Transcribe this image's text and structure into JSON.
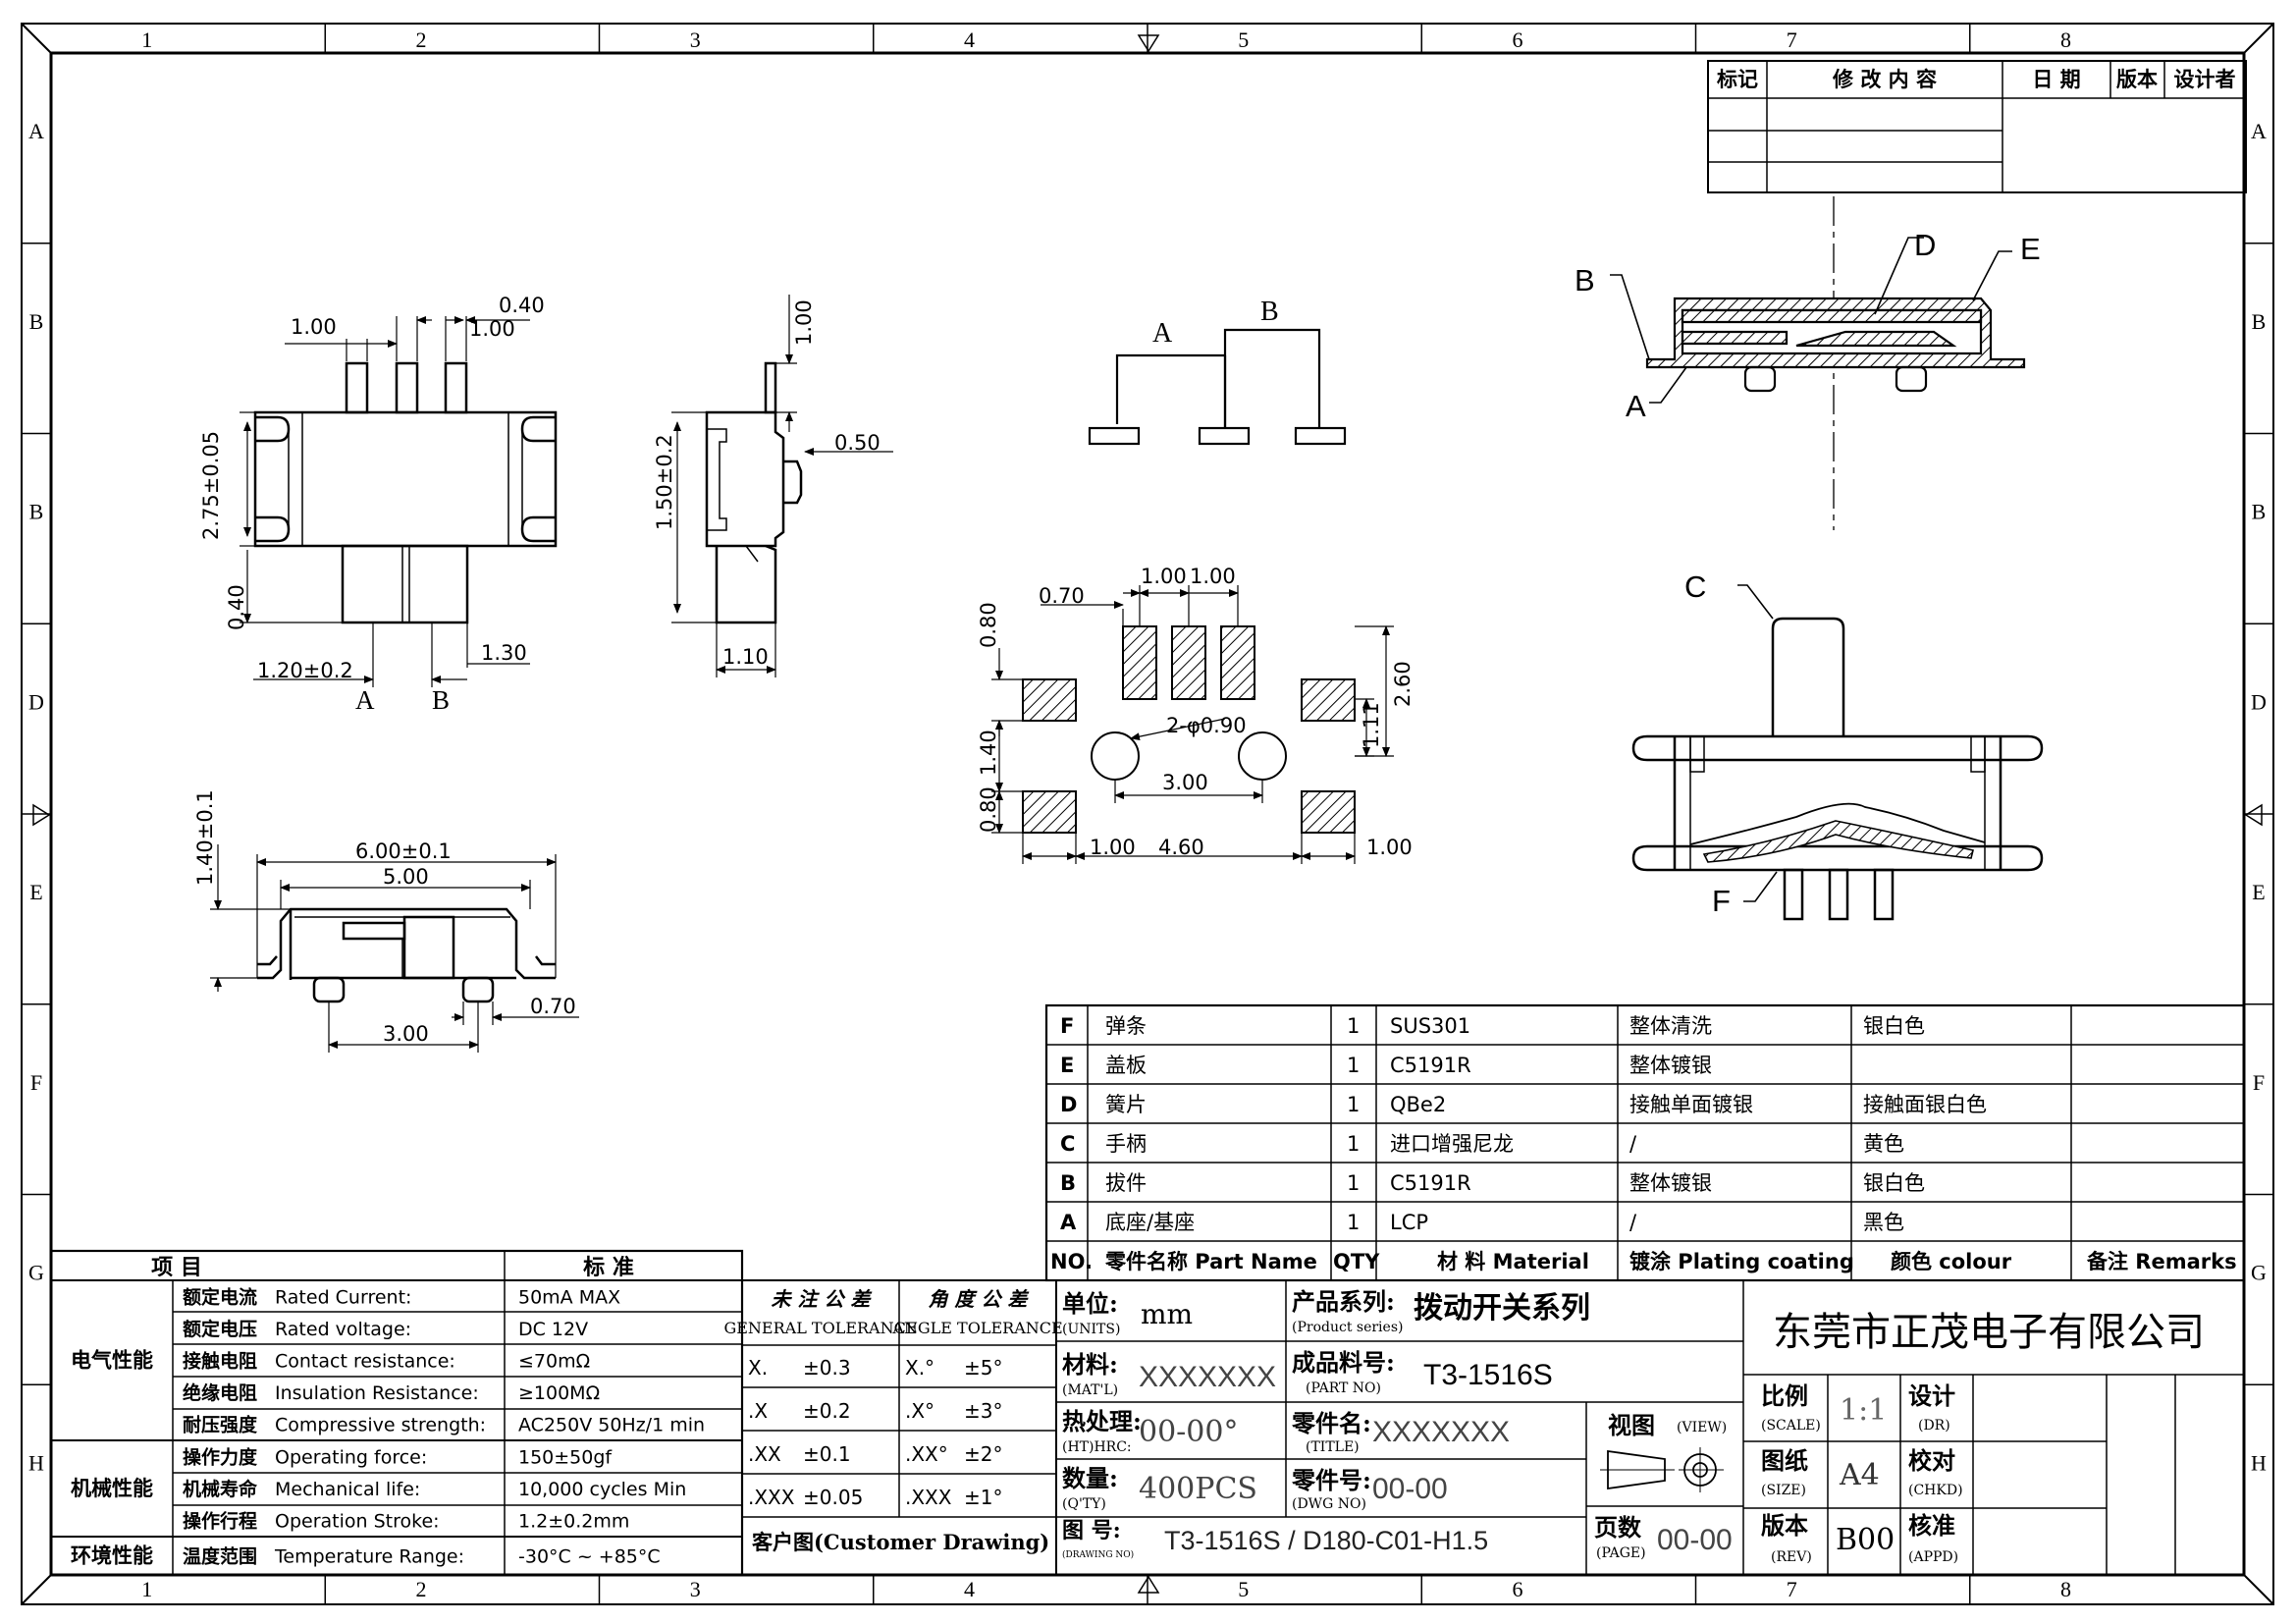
{
  "grid": {
    "cols": [
      "1",
      "2",
      "3",
      "4",
      "5",
      "6",
      "7",
      "8"
    ],
    "rows": [
      "A",
      "B",
      "B",
      "D",
      "E",
      "F",
      "G",
      "H"
    ]
  },
  "revision_table": {
    "headers": [
      "标记",
      "修 改 内 容",
      "日 期",
      "版本",
      "设计者"
    ]
  },
  "views": {
    "front": {
      "dims": [
        "1.00",
        "0.40",
        "1.00",
        "2.75±0.05",
        "0.40",
        "1.20±0.2",
        "1.30"
      ],
      "labels": [
        "A",
        "B"
      ]
    },
    "side": {
      "dims": [
        "1.00",
        "0.50",
        "1.50±0.2",
        "1.10"
      ]
    },
    "bottom": {
      "dims": [
        "1.40±0.1",
        "6.00±0.1",
        "5.00",
        "0.70",
        "3.00"
      ]
    },
    "schematic": {
      "labels": [
        "A",
        "B"
      ]
    },
    "pcb": {
      "dims": [
        "1.00",
        "1.00",
        "0.70",
        "0.80",
        "2.60",
        "1.11",
        "2-φ0.90",
        "1.40",
        "3.00",
        "0.80",
        "1.00",
        "4.60",
        "1.00"
      ]
    },
    "section": {
      "labels": [
        "B",
        "D",
        "E",
        "A",
        "C",
        "F"
      ]
    }
  },
  "parts_table": {
    "header": {
      "no": "NO.",
      "name": "零件名称 Part Name",
      "qty": "QTY",
      "material": "材 料 Material",
      "plating": "镀涂 Plating coating",
      "color": "颜色 colour",
      "remarks": "备注 Remarks"
    },
    "rows": [
      {
        "no": "F",
        "name": "弹条",
        "qty": "1",
        "material": "SUS301",
        "plating": "整体清洗",
        "color": "银白色"
      },
      {
        "no": "E",
        "name": "盖板",
        "qty": "1",
        "material": "C5191R",
        "plating": "整体镀银",
        "color": ""
      },
      {
        "no": "D",
        "name": "簧片",
        "qty": "1",
        "material": "QBe2",
        "plating": "接触单面镀银",
        "color": "接触面银白色"
      },
      {
        "no": "C",
        "name": "手柄",
        "qty": "1",
        "material": "进口增强尼龙",
        "plating": "/",
        "color": "黄色"
      },
      {
        "no": "B",
        "name": "拔件",
        "qty": "1",
        "material": "C5191R",
        "plating": "整体镀银",
        "color": "银白色"
      },
      {
        "no": "A",
        "name": "底座/基座",
        "qty": "1",
        "material": "LCP",
        "plating": "/",
        "color": "黑色"
      }
    ]
  },
  "spec_table": {
    "header": {
      "item": "项 目",
      "std": "标 准"
    },
    "groups": [
      {
        "label": "电气性能",
        "rows": [
          {
            "cn": "额定电流",
            "en": "Rated Current:",
            "val": "50mA MAX"
          },
          {
            "cn": "额定电压",
            "en": "Rated voltage:",
            "val": "DC 12V"
          },
          {
            "cn": "接触电阻",
            "en": "Contact resistance:",
            "val": "≤70mΩ"
          },
          {
            "cn": "绝缘电阻",
            "en": "Insulation Resistance:",
            "val": "≥100MΩ"
          },
          {
            "cn": "耐压强度",
            "en": "Compressive strength:",
            "val": "AC250V 50Hz/1 min"
          }
        ]
      },
      {
        "label": "机械性能",
        "rows": [
          {
            "cn": "操作力度",
            "en": "Operating force:",
            "val": "150±50gf"
          },
          {
            "cn": "机械寿命",
            "en": "Mechanical life:",
            "val": "10,000 cycles Min"
          },
          {
            "cn": "操作行程",
            "en": "Operation Stroke:",
            "val": "1.2±0.2mm"
          }
        ]
      },
      {
        "label": "环境性能",
        "rows": [
          {
            "cn": "温度范围",
            "en": "Temperature Range:",
            "val": "-30°C ~ +85°C"
          }
        ]
      }
    ]
  },
  "tolerance": {
    "general_cn": "未 注 公 差",
    "general_en": "GENERAL TOLERANCE",
    "angle_cn": "角 度 公 差",
    "angle_en": "ANGLE TOLERANCE",
    "general": [
      [
        "X.",
        "±0.3"
      ],
      [
        ".X",
        "±0.2"
      ],
      [
        ".XX",
        "±0.1"
      ],
      [
        ".XXX",
        "±0.05"
      ]
    ],
    "angle": [
      [
        "X.°",
        "±5°"
      ],
      [
        ".X°",
        "±3°"
      ],
      [
        ".XX°",
        "±2°"
      ],
      [
        ".XXX",
        "±1°"
      ]
    ],
    "customer": "客户图(Customer Drawing)"
  },
  "title_block": {
    "units_cn": "单位:",
    "units_en": "(UNITS)",
    "units_val": "mm",
    "material_cn": "材料:",
    "material_en": "(MAT'L)",
    "material_val": "XXXXXXX",
    "ht_cn": "热处理:",
    "ht_en": "(HT)HRC:",
    "ht_val": "00-00°",
    "qty_cn": "数量:",
    "qty_en": "(Q'TY)",
    "qty_val": "400PCS",
    "dwg_cn": "图 号:",
    "dwg_en": "(DRAWING NO)",
    "dwg_val": "T3-1516S / D180-C01-H1.5",
    "series_cn": "产品系列:",
    "series_en": "(Product series)",
    "series_val": "拨动开关系列",
    "part_cn": "成品料号:",
    "part_en": "(PART NO)",
    "part_val": "T3-1516S",
    "title_cn": "零件名:",
    "title_en": "(TITLE)",
    "title_val": "XXXXXXX",
    "dwgno_cn": "零件号:",
    "dwgno_en": "(DWG NO)",
    "dwgno_val": "00-00",
    "view_cn": "视图",
    "view_en": "(VIEW)",
    "page_cn": "页数",
    "page_en": "(PAGE)",
    "page_val": "00-00",
    "company": "东莞市正茂电子有限公司",
    "scale_cn": "比例",
    "scale_en": "(SCALE)",
    "scale_val": "1:1",
    "size_cn": "图纸",
    "size_en": "(SIZE)",
    "size_val": "A4",
    "rev_cn": "版本",
    "rev_en": "(REV)",
    "rev_val": "B00",
    "dr_cn": "设计",
    "dr_en": "(DR)",
    "chkd_cn": "校对",
    "chkd_en": "(CHKD)",
    "appd_cn": "核准",
    "appd_en": "(APPD)"
  }
}
